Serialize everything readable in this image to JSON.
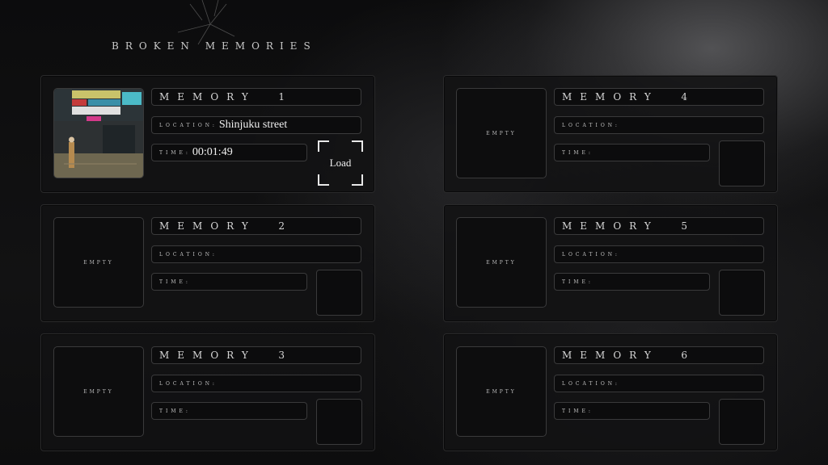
{
  "title": "BROKEN MEMORIES",
  "labels": {
    "location": "LOCATION:",
    "time": "TIME:",
    "empty": "EMPTY"
  },
  "slots": [
    {
      "name": "MEMORY  1",
      "location": "Shinjuku street",
      "time": "00:01:49",
      "load": "Load",
      "has_save": true
    },
    {
      "name": "MEMORY  2",
      "location": "",
      "time": "",
      "has_save": false
    },
    {
      "name": "MEMORY  3",
      "location": "",
      "time": "",
      "has_save": false
    },
    {
      "name": "MEMORY  4",
      "location": "",
      "time": "",
      "has_save": false
    },
    {
      "name": "MEMORY  5",
      "location": "",
      "time": "",
      "has_save": false
    },
    {
      "name": "MEMORY  6",
      "location": "",
      "time": "",
      "has_save": false
    }
  ],
  "colors": {
    "panel": "#121213",
    "border": "#3a3a3b",
    "text": "#d6d6d6"
  }
}
